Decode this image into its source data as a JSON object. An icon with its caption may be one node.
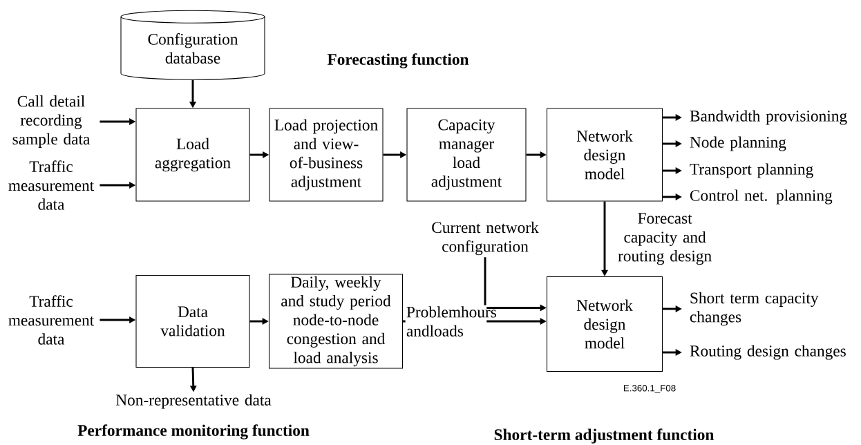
{
  "diagram": {
    "nodes": [
      {
        "text": [
          "Configuration database"
        ]
      },
      {
        "text": [
          "Load aggregation"
        ]
      },
      {
        "text": [
          "Load projection and view-of-business adjustment"
        ]
      },
      {
        "text": [
          "Capacity manager load adjustment"
        ]
      },
      {
        "text": [
          "Network design model"
        ]
      },
      {
        "text": [
          "Call detail recording sample data"
        ]
      },
      {
        "text": [
          "Traffic measurement data"
        ]
      },
      {
        "text": [
          "Bandwidth provisioning"
        ]
      },
      {
        "text": [
          "Node planning"
        ]
      },
      {
        "text": [
          "Transport planning"
        ]
      },
      {
        "text": [
          "Control net. planning"
        ]
      },
      {
        "text": [
          "Data validation"
        ]
      },
      {
        "text": [
          "Daily, weekly and study period node-to-node congestion and load analysis"
        ]
      },
      {
        "text": [
          "Network design model"
        ]
      },
      {
        "text": [
          "Traffic measurement data"
        ]
      },
      {
        "text": [
          "Non-representative data"
        ]
      },
      {
        "text": [
          "Current network configuration"
        ]
      },
      {
        "text": [
          "Short term capacity changes"
        ]
      },
      {
        "text": [
          "Routing design changes"
        ]
      }
    ],
    "edges": [
      {
        "from": 0,
        "to": 1,
        "arrow": "to"
      },
      {
        "from": 5,
        "to": 1,
        "arrow": "to"
      },
      {
        "from": 6,
        "to": 1,
        "arrow": "to"
      },
      {
        "from": 1,
        "to": 2,
        "arrow": "to"
      },
      {
        "from": 2,
        "to": 3,
        "arrow": "to"
      },
      {
        "from": 3,
        "to": 4,
        "arrow": "to"
      },
      {
        "from": 4,
        "to": 7,
        "arrow": "to"
      },
      {
        "from": 4,
        "to": 8,
        "arrow": "to"
      },
      {
        "from": 4,
        "to": 9,
        "arrow": "to"
      },
      {
        "from": 4,
        "to": 10,
        "arrow": "to"
      },
      {
        "from": 4,
        "to": 13,
        "arrow": "to",
        "label": "Forecast capacity and routing design"
      },
      {
        "from": 16,
        "to": 13,
        "arrow": "to"
      },
      {
        "from": 14,
        "to": 11,
        "arrow": "to"
      },
      {
        "from": 11,
        "to": 12,
        "arrow": "to"
      },
      {
        "from": 12,
        "to": 13,
        "arrow": "to",
        "label": "Problemhours andloads"
      },
      {
        "from": 11,
        "to": 15,
        "arrow": "to"
      },
      {
        "from": 13,
        "to": 17,
        "arrow": "to"
      },
      {
        "from": 13,
        "to": 18,
        "arrow": "to"
      }
    ],
    "labels": [
      "Forecasting function",
      "Performance monitoring function",
      "Short-term adjustment function",
      "E.360.1_F08"
    ]
  }
}
